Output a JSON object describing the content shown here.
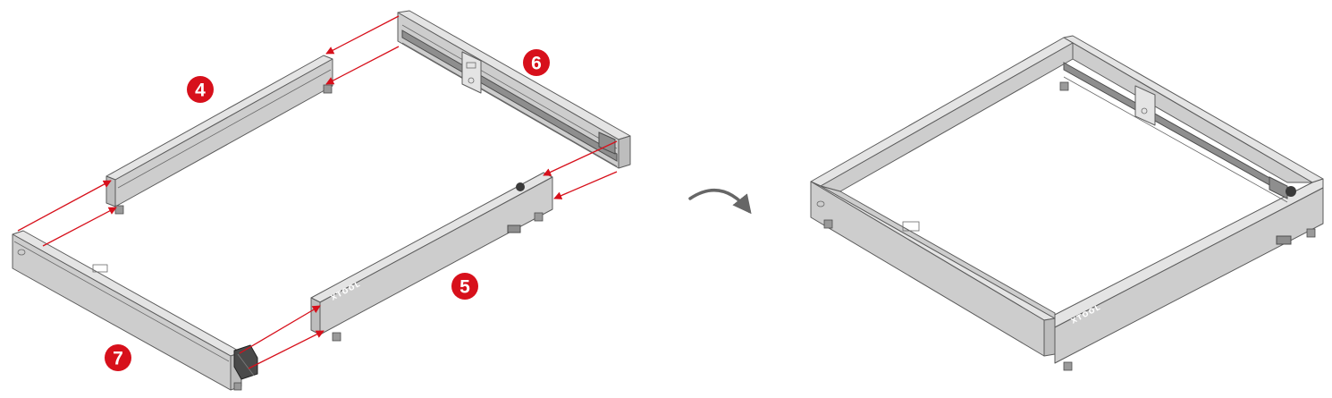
{
  "diagram": {
    "step_badges": [
      {
        "label": "4"
      },
      {
        "label": "5"
      },
      {
        "label": "6"
      },
      {
        "label": "7"
      }
    ],
    "brand_text": "XTOOL",
    "transition_icon": "curved-arrow-icon",
    "colors": {
      "badge": "#d7101b",
      "arrow": "#d7101b",
      "frame": "#e4e4e4",
      "outline": "#5c5c5c",
      "transition_arrow": "#666666"
    }
  }
}
